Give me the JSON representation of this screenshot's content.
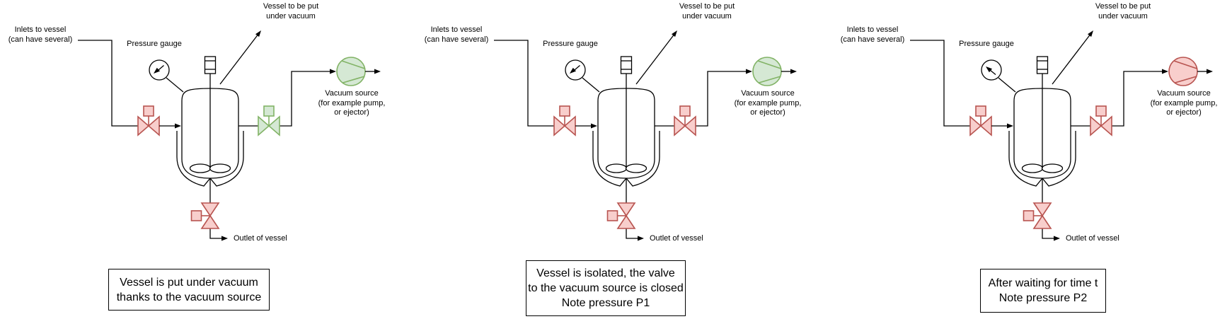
{
  "colors": {
    "open_fill": "#d5e8d4",
    "open_stroke": "#82b366",
    "closed_fill": "#f8cecc",
    "closed_stroke": "#b85450",
    "line": "#000000",
    "background": "#ffffff"
  },
  "shared_labels": {
    "inlet": [
      "Inlets to vessel",
      "(can have several)"
    ],
    "pressure_gauge": "Pressure gauge",
    "vessel_annotation": [
      "Vessel to be put",
      "under vacuum"
    ],
    "vacuum_source": [
      "Vacuum source",
      "(for example pump,",
      "or ejector)"
    ],
    "outlet": "Outlet of vessel"
  },
  "panels": [
    {
      "caption": {
        "lines": [
          "Vessel is put under vacuum",
          "thanks to the vacuum source"
        ]
      },
      "inlet_valve_state": "closed",
      "vacuum_valve_state": "open",
      "outlet_valve_state": "closed",
      "pump_state": "on",
      "gauge_needle": "sw"
    },
    {
      "caption": {
        "lines": [
          "Vessel is isolated, the valve",
          "to the vacuum source is closed",
          "Note pressure P1"
        ]
      },
      "inlet_valve_state": "closed",
      "vacuum_valve_state": "closed",
      "outlet_valve_state": "closed",
      "pump_state": "on",
      "gauge_needle": "sw"
    },
    {
      "caption": {
        "lines": [
          "After waiting for time t",
          "Note pressure P2"
        ]
      },
      "inlet_valve_state": "closed",
      "vacuum_valve_state": "closed",
      "outlet_valve_state": "closed",
      "pump_state": "off",
      "gauge_needle": "nw"
    }
  ]
}
